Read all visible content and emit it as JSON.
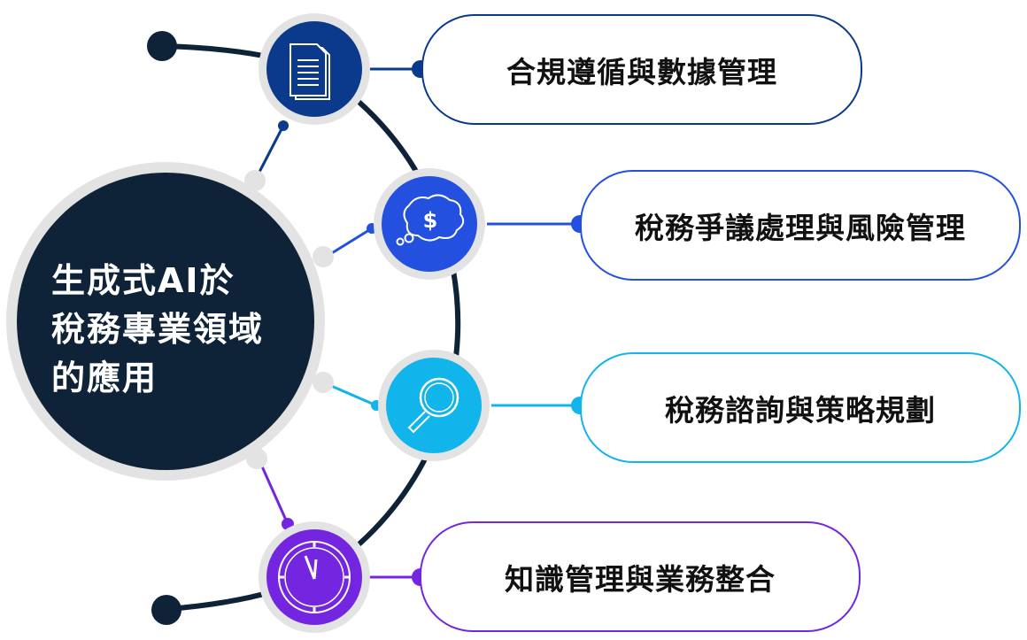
{
  "center": {
    "lines": [
      "生成式AI於",
      "稅務專業領域",
      "的應用"
    ]
  },
  "items": [
    {
      "label": "合規遵循與數據管理",
      "icon": "document-icon",
      "color": "#0b3a8c"
    },
    {
      "label": "稅務爭議處理與風險管理",
      "icon": "money-thought-icon",
      "color": "#2450e0"
    },
    {
      "label": "稅務諮詢與策略規劃",
      "icon": "magnifier-icon",
      "color": "#12b4ec"
    },
    {
      "label": "知識管理與業務整合",
      "icon": "clock-icon",
      "color": "#7425e0"
    }
  ],
  "colors": {
    "dark": "#0f2338",
    "ring": "#e3e3e3"
  }
}
